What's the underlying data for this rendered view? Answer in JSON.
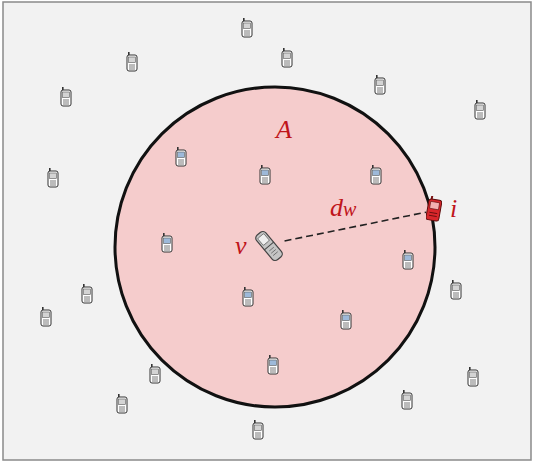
{
  "diagram": {
    "nodes": [
      {
        "text": [
          "A"
        ]
      },
      {
        "text": [
          "v"
        ],
        "in": 0
      },
      {
        "text": [
          "i"
        ],
        "in": 0
      }
    ],
    "edges": [
      {
        "from": 1,
        "to": 2,
        "arrow": "none",
        "label": "dw"
      }
    ]
  }
}
